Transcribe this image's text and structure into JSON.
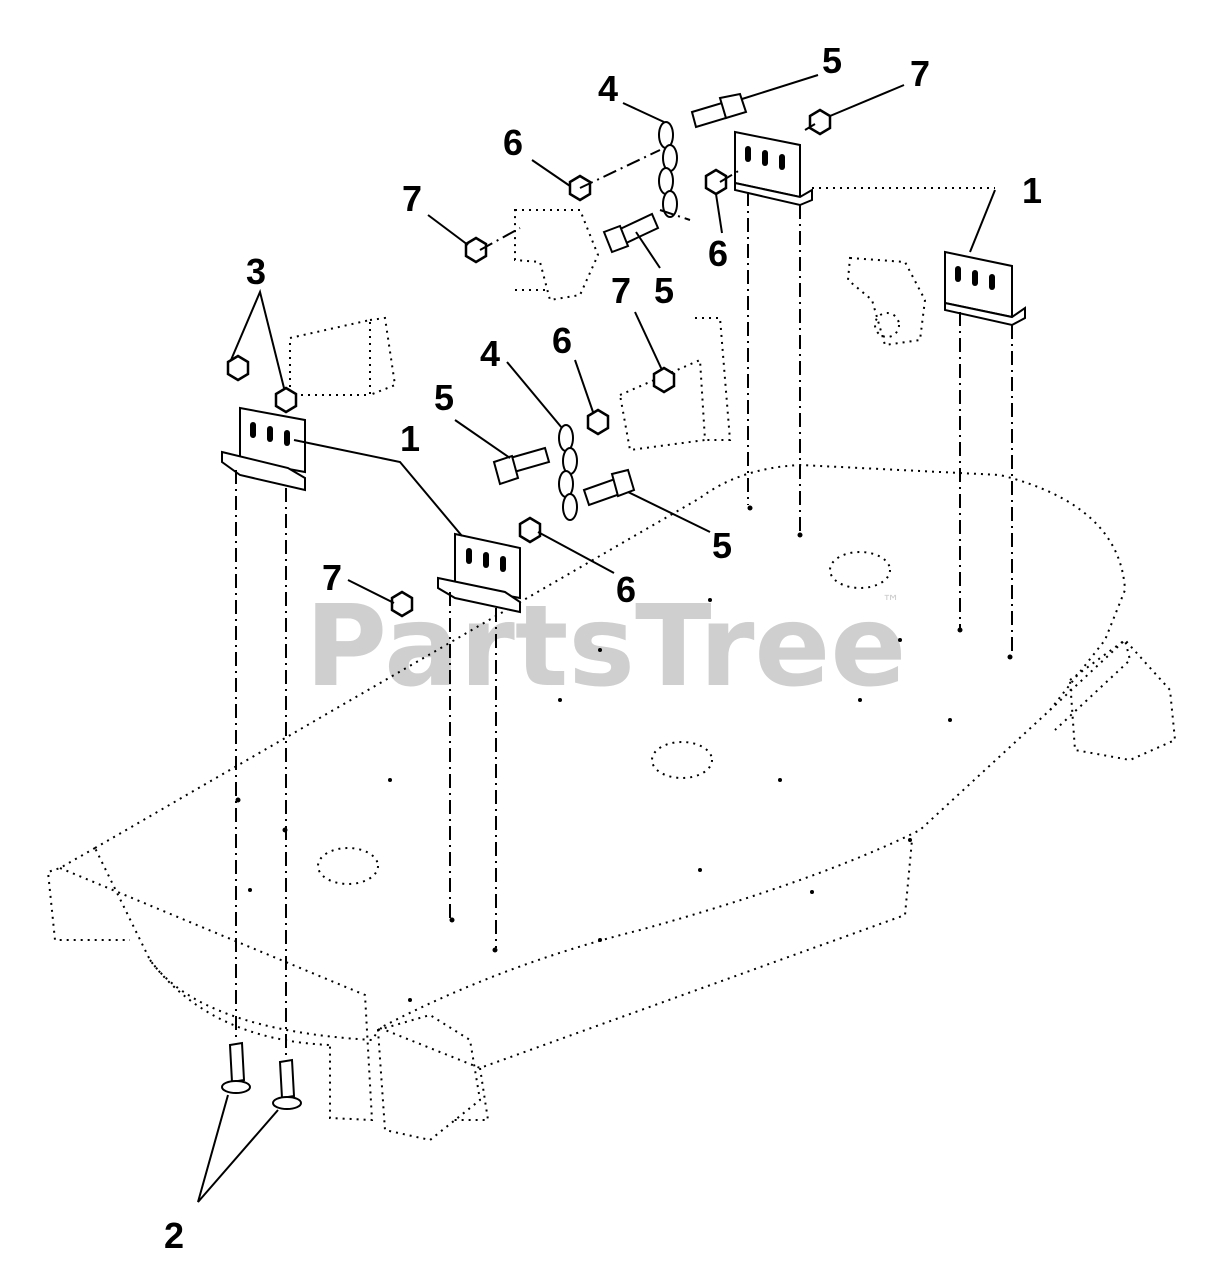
{
  "watermark": {
    "text": "PartsTree",
    "trademark": "™",
    "color": "#cfcfcf"
  },
  "callouts": [
    {
      "id": "c5-top",
      "label": "5"
    },
    {
      "id": "c7-top",
      "label": "7"
    },
    {
      "id": "c4-top",
      "label": "4"
    },
    {
      "id": "c6-top",
      "label": "6"
    },
    {
      "id": "c1-right",
      "label": "1"
    },
    {
      "id": "c7-upper-left",
      "label": "7"
    },
    {
      "id": "c6-mid-right",
      "label": "6"
    },
    {
      "id": "c5-mid",
      "label": "5"
    },
    {
      "id": "c3",
      "label": "3"
    },
    {
      "id": "c7-mid",
      "label": "7"
    },
    {
      "id": "c6-mid",
      "label": "6"
    },
    {
      "id": "c4-mid",
      "label": "4"
    },
    {
      "id": "c5-left",
      "label": "5"
    },
    {
      "id": "c1-left",
      "label": "1"
    },
    {
      "id": "c5-lower",
      "label": "5"
    },
    {
      "id": "c6-lower",
      "label": "6"
    },
    {
      "id": "c7-lower",
      "label": "7"
    },
    {
      "id": "c2",
      "label": "2"
    }
  ]
}
